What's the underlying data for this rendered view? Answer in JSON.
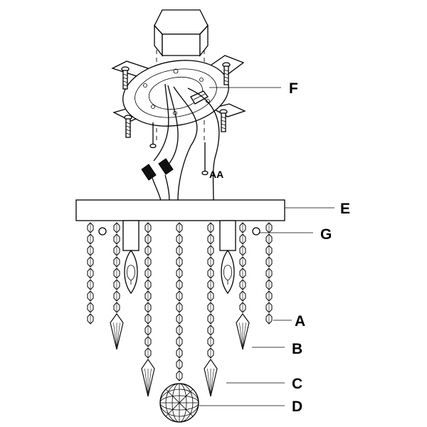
{
  "diagram": {
    "labels": {
      "A": "A",
      "B": "B",
      "C": "C",
      "D": "D",
      "E": "E",
      "F": "F",
      "G": "G",
      "AA": "AA"
    }
  }
}
